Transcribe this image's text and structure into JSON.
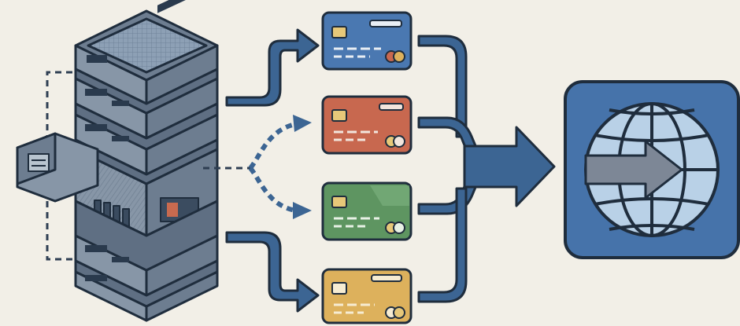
{
  "colors": {
    "background": "#f2efe7",
    "outline": "#1f2d3d",
    "server_face": "#8796a7",
    "server_top": "#6d7d90",
    "server_side": "#5f6f83",
    "arrow_blue": "#3c6593",
    "arrow_dark": "#2a4f7a",
    "dashed": "#2e3e52",
    "card_blue": "#4a78b1",
    "card_red": "#c8684f",
    "card_green": "#5e9561",
    "card_yellow": "#ddb15c",
    "globe_box": "#4673aa",
    "globe_face": "#b9d1e7",
    "globe_arrow": "#7d8796"
  },
  "diagram": {
    "nodes": [
      {
        "id": "server-stack",
        "kind": "server",
        "icon": "server-rack-icon"
      },
      {
        "id": "card-blue",
        "kind": "payment-card",
        "icon": "credit-card-icon",
        "color": "#4a78b1"
      },
      {
        "id": "card-red",
        "kind": "payment-card",
        "icon": "credit-card-icon",
        "color": "#c8684f"
      },
      {
        "id": "card-green",
        "kind": "payment-card",
        "icon": "credit-card-icon",
        "color": "#5e9561"
      },
      {
        "id": "card-yellow",
        "kind": "payment-card",
        "icon": "credit-card-icon",
        "color": "#ddb15c"
      },
      {
        "id": "globe",
        "kind": "network",
        "icon": "globe-arrow-icon"
      }
    ],
    "edges": [
      {
        "from": "server-stack",
        "to": "card-blue",
        "style": "solid"
      },
      {
        "from": "server-stack",
        "to": "card-red",
        "style": "dashed"
      },
      {
        "from": "server-stack",
        "to": "card-green",
        "style": "dashed"
      },
      {
        "from": "server-stack",
        "to": "card-yellow",
        "style": "solid"
      },
      {
        "from": "card-blue",
        "to": "globe",
        "style": "solid"
      },
      {
        "from": "card-red",
        "to": "globe",
        "style": "solid"
      },
      {
        "from": "card-green",
        "to": "globe",
        "style": "solid"
      },
      {
        "from": "card-yellow",
        "to": "globe",
        "style": "solid"
      }
    ]
  }
}
